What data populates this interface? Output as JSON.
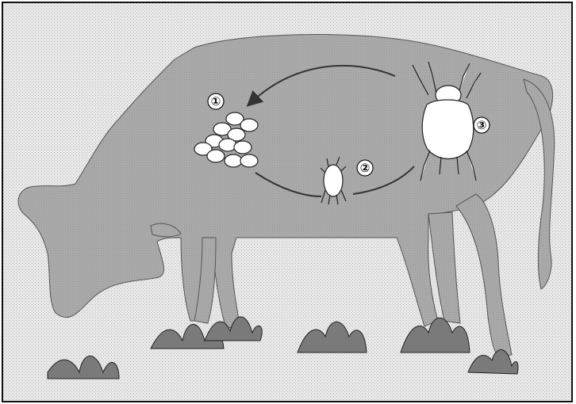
{
  "diagram": {
    "stages": [
      {
        "id": "eggs",
        "label": "①"
      },
      {
        "id": "nymph",
        "label": "②"
      },
      {
        "id": "adult",
        "label": "③"
      }
    ]
  },
  "colors": {
    "background": "#e6e6e6",
    "cow": "#a8a8a8",
    "outline": "#222222",
    "grass": "#7d7d7d",
    "parasite": "#ffffff"
  }
}
